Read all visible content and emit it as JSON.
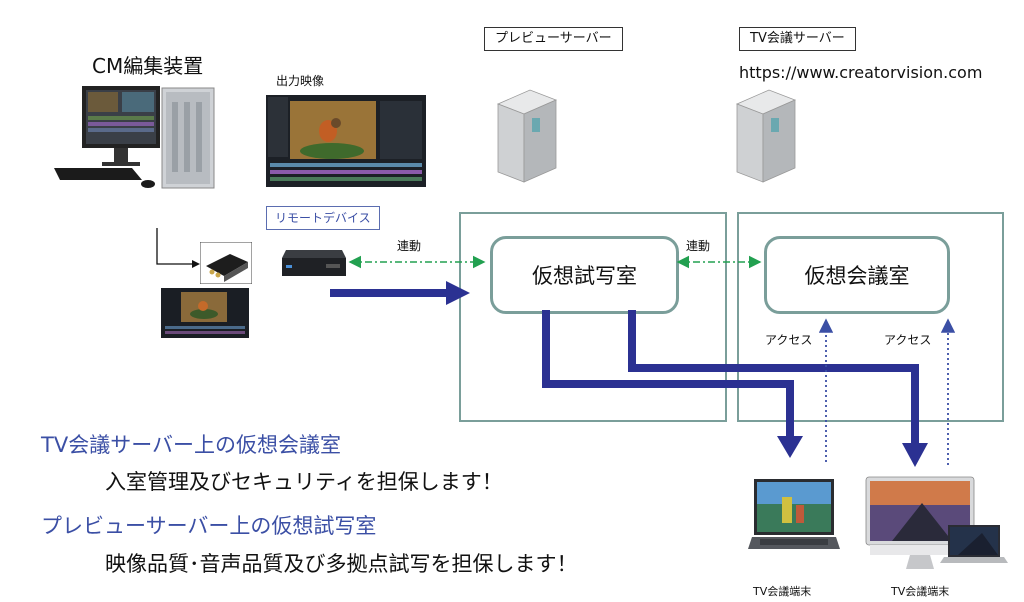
{
  "labels": {
    "cm_editor": "CM編集装置",
    "output_video": "出力映像",
    "preview_server": "プレビューサーバー",
    "tv_server": "TV会議サーバー",
    "url": "https://www.creatorvision.com",
    "remote_device": "リモートデバイス",
    "link_left": "連動",
    "link_right": "連動",
    "virtual_preview": "仮想試写室",
    "virtual_meeting": "仮想会議室",
    "access_left": "アクセス",
    "access_right": "アクセス",
    "terminal_left": "TV会議端末",
    "terminal_right": "TV会議端末"
  },
  "captions": {
    "line1_title": "TV会議サーバー上の仮想会議室",
    "line1_body": "入室管理及びセキュリティを担保します！",
    "line2_title": "プレビューサーバー上の仮想試写室",
    "line2_body": "映像品質･音声品質及び多拠点試写を担保します！"
  },
  "colors": {
    "accent_blue": "#3b4fa5",
    "arrow_navy": "#2b3192",
    "zone_border": "#7a9e9a",
    "link_green": "#22a050"
  },
  "icons": [
    "workstation-icon",
    "capture-device-icon",
    "mini-pc-icon",
    "server-icon",
    "laptop-icon",
    "imac-icon"
  ]
}
